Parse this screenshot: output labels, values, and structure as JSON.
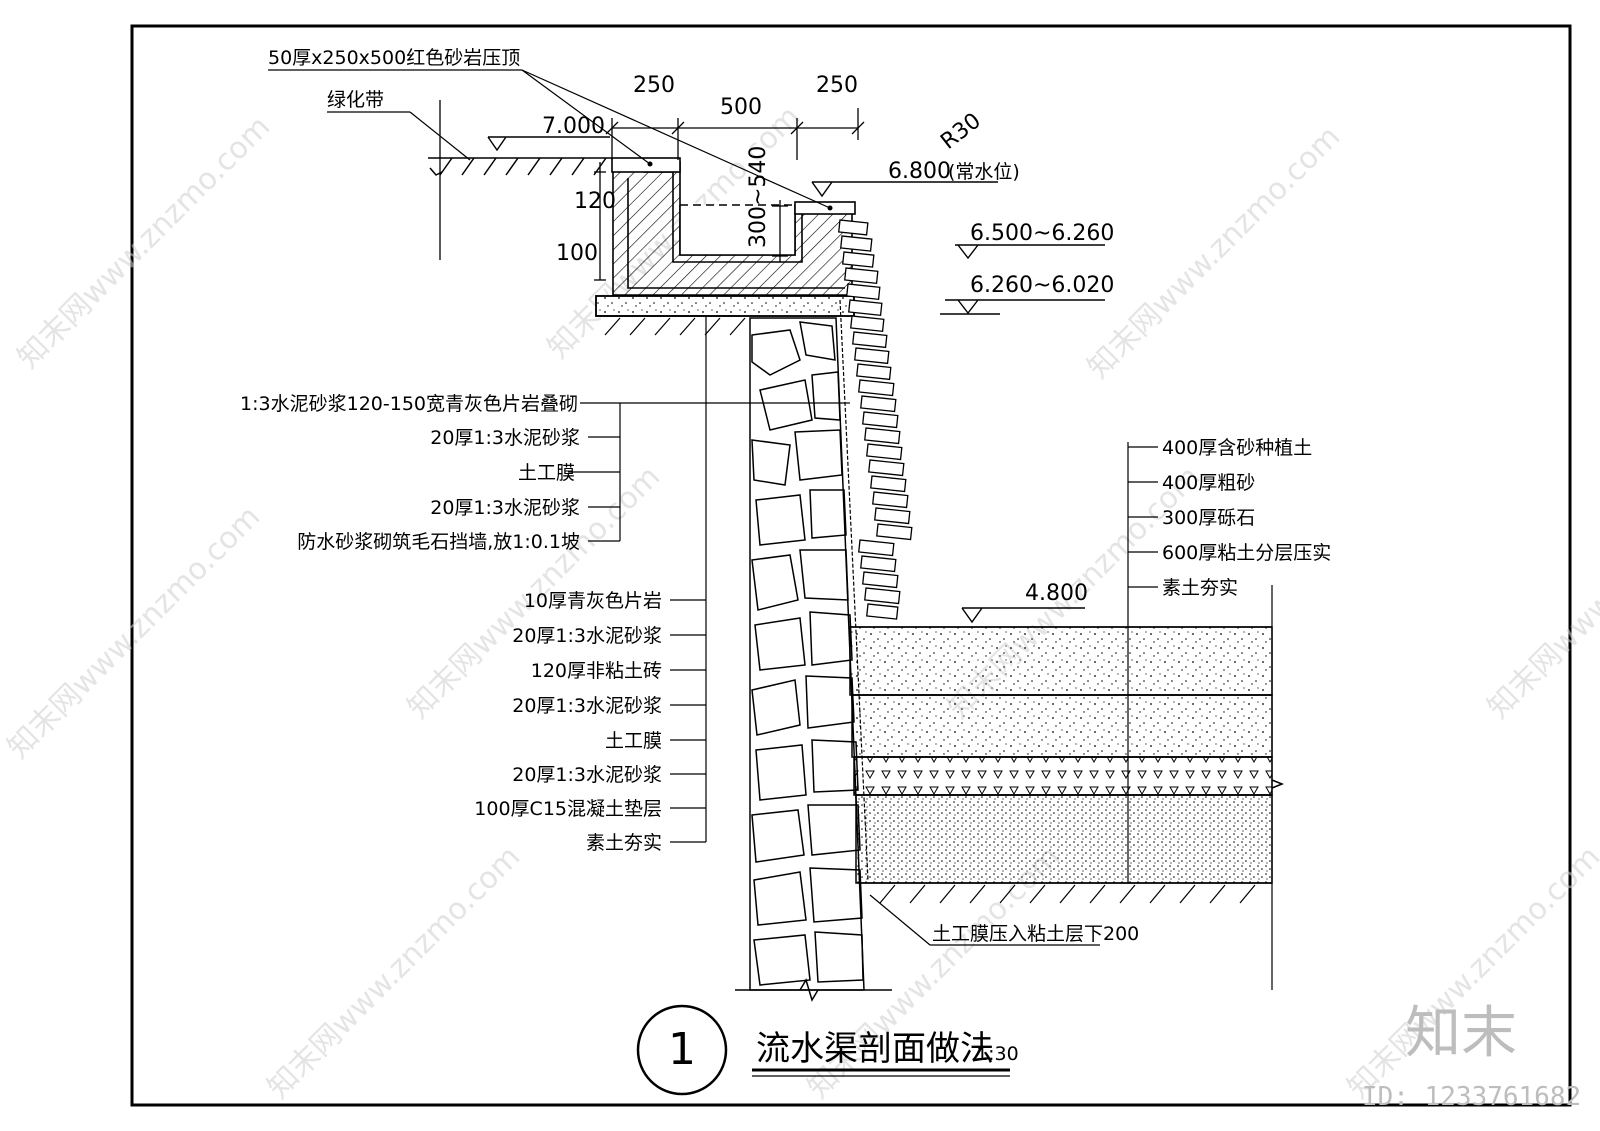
{
  "top_note": "50厚x250x500红色砂岩压顶",
  "green_belt": "绿化带",
  "elevations": {
    "top_ground": "7.000",
    "water_level": "6.800",
    "water_level_note": "(常水位)",
    "range_upper": "6.500~6.260",
    "range_lower": "6.260~6.020",
    "pool_bottom": "4.800"
  },
  "dimensions": {
    "w_left": "250",
    "w_mid": "500",
    "w_right": "250",
    "h_120": "120",
    "h_100": "100",
    "depth": "300~540",
    "radius": "R30"
  },
  "wall_labels": [
    "1:3水泥砂浆120-150宽青灰色片岩叠砌",
    "20厚1:3水泥砂浆",
    "土工膜",
    "20厚1:3水泥砂浆",
    "防水砂浆砌筑毛石挡墙,放1:0.1坡"
  ],
  "channel_labels": [
    "10厚青灰色片岩",
    "20厚1:3水泥砂浆",
    "120厚非粘土砖",
    "20厚1:3水泥砂浆",
    "土工膜",
    "20厚1:3水泥砂浆",
    "100厚C15混凝土垫层",
    "素土夯实"
  ],
  "bed_labels": [
    "400厚含砂种植土",
    "400厚粗砂",
    "300厚砾石",
    "600厚粘土分层压实",
    "素土夯实"
  ],
  "membrane_note": "土工膜压入粘土层下200",
  "title": {
    "number": "1",
    "text": "流水渠剖面做法",
    "scale": "1:30"
  },
  "watermark": "知末网www.znzmo.com",
  "brand": "知末",
  "id_text": "ID: 1233761682"
}
